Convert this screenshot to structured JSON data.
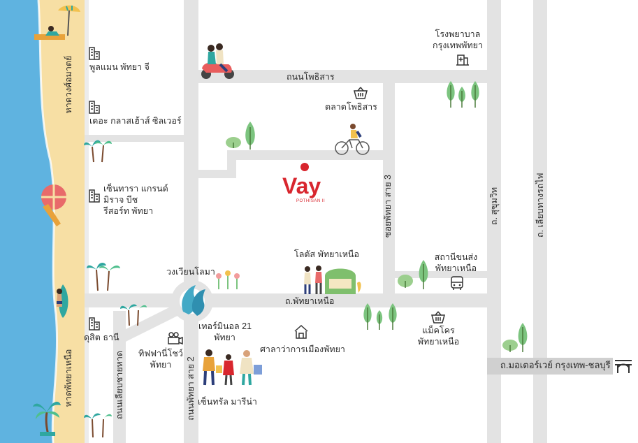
{
  "brand": {
    "name": "Vay",
    "sub": "POTHISAN II",
    "color": "#d8262e"
  },
  "beaches": {
    "dongtan": "หาดวงศ์อมาตย์",
    "north": "หาดพัทยาเหนือ"
  },
  "roads": {
    "phothisan": "ถนนโพธิสาร",
    "soi3": "ซอยพัทยา สาย 3",
    "sukhumvit": "ถ. สุขุมวิท",
    "railway": "ถ. เลียบทางรถไฟ",
    "north_pattaya": "ถ.พัทยาเหนือ",
    "beach_road": "ถนนเลียบชายหาด",
    "pattaya2": "ถนนพัทยา สาย 2",
    "motorway": "ถ.มอเตอร์เวย์ กรุงเทพ-ชลบุรี",
    "dolphin": "วงเวียนโลมา"
  },
  "places": {
    "hospital_l1": "โรงพยาบาล",
    "hospital_l2": "กรุงเทพพัทยา",
    "poolman": "พูลแมน พัทยา จี",
    "glass": "เดอะ กลาสเฮ้าส์ ซิลเวอร์",
    "cent_l1": "เซ็นทารา แกรนด์",
    "cent_l2": "มิราจ บีช",
    "cent_l3": "รีสอร์ท พัทยา",
    "market": "ตลาดโพธิสาร",
    "lotus": "โลตัส พัทยาเหนือ",
    "bus_l1": "สถานีขนส่ง",
    "bus_l2": "พัทยาเหนือ",
    "dusit": "ดุสิต ธานี",
    "tiffany_l1": "ทิฟฟานี่โชว์",
    "tiffany_l2": "พัทยา",
    "t21_l1": "เทอร์มินอล 21",
    "t21_l2": "พัทยา",
    "cityhall": "ศาลาว่าการเมืองพัทยา",
    "makro_l1": "แม็คโคร",
    "makro_l2": "พัทยาเหนือ",
    "central": "เซ็นทรัล มารีน่า"
  },
  "colors": {
    "sea": "#5fb3e0",
    "sand": "#f7dfa4",
    "road": "#e3e3e3",
    "motorway": "#d0d0d0",
    "tree": "#7cc47f"
  },
  "icons": [
    "building-icon",
    "hospital-icon",
    "basket-icon",
    "bus-icon",
    "temple-icon",
    "camera-icon",
    "bridge-icon",
    "tree-icon",
    "palm-icon",
    "dolphin-icon",
    "umbrella-icon"
  ]
}
